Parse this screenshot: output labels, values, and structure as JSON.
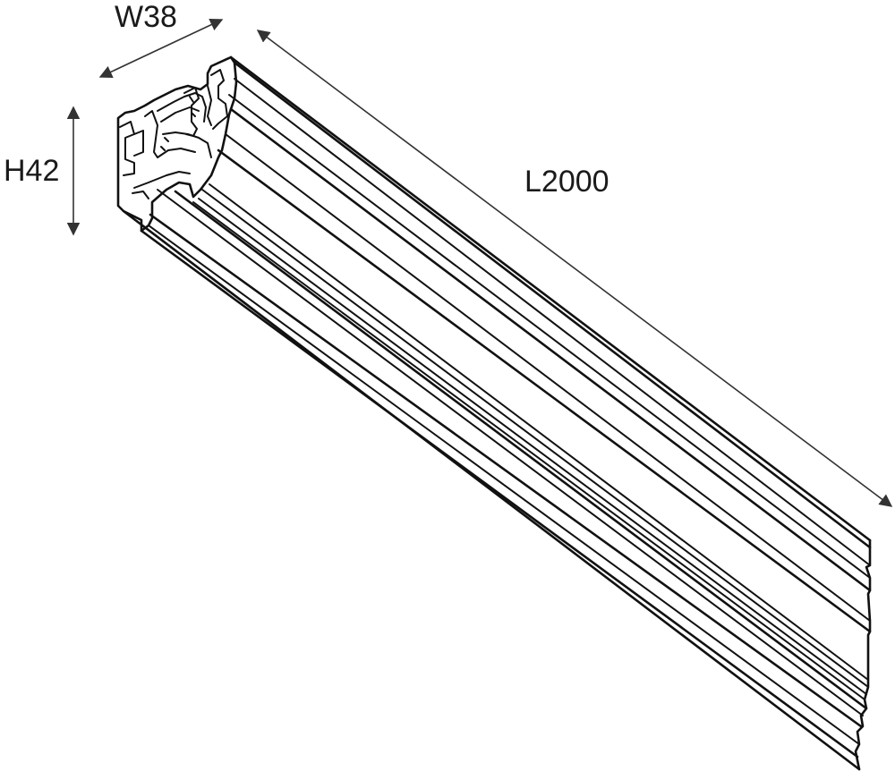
{
  "dimensions": {
    "width_label": "W38",
    "height_label": "H42",
    "length_label": "L2000"
  },
  "colors": {
    "line": "#111111",
    "dimension": "#333333",
    "background": "#ffffff"
  }
}
